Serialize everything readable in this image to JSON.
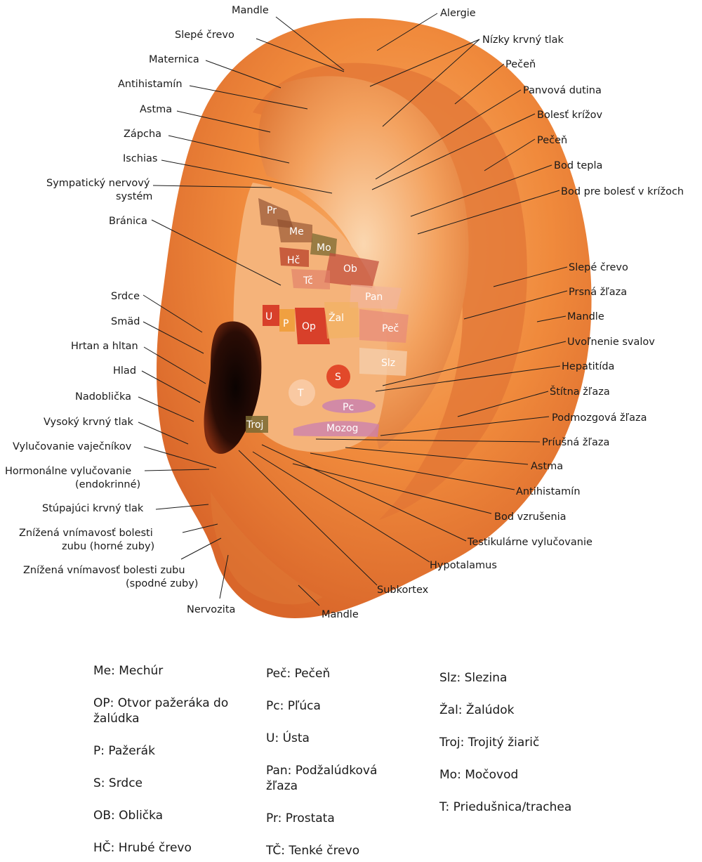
{
  "zones": {
    "pr": "Pr",
    "me": "Me",
    "mo": "Mo",
    "hc": "Hč",
    "ob": "Ob",
    "tc": "Tč",
    "pan": "Pan",
    "u": "U",
    "p": "P",
    "op": "Op",
    "zal": "Žal",
    "pec": "Peč",
    "slz": "Slz",
    "s": "S",
    "t": "T",
    "pc": "Pc",
    "troj": "Troj",
    "mozog": "Mozog"
  },
  "labels": {
    "mandle_top": "Mandle",
    "slepe_crevo_left": "Slepé črevo",
    "maternica": "Maternica",
    "antihistamin_left": "Antihistamín",
    "astma_left": "Astma",
    "zapcha": "Zápcha",
    "ischias": "Ischias",
    "sympaticky_1": "Sympatický nervový",
    "sympaticky_2": "systém",
    "branica": "Bránica",
    "srdce": "Srdce",
    "smad": "Smäd",
    "hrtan": "Hrtan a hltan",
    "hlad": "Hlad",
    "nadoblicka": "Nadoblička",
    "vysoky_tlak": "Vysoký krvný tlak",
    "vylucovanie_vajecnikov": "Vylučovanie vaječníkov",
    "hormonalne_1": "Hormonálne vylučovanie",
    "hormonalne_2": "(endokrinné)",
    "stupajuci_tlak": "Stúpajúci krvný tlak",
    "znizena_horne_1": "Znížená vnímavosť bolesti",
    "znizena_horne_2": "zubu (horné zuby)",
    "znizena_spodne_1": "Znížená vnímavosť bolesti zubu",
    "znizena_spodne_2": "(spodné zuby)",
    "nervozita": "Nervozita",
    "mandle_bottom": "Mandle",
    "alergie": "Alergie",
    "nizky_tlak": "Nízky krvný tlak",
    "pecen_1": "Pečeň",
    "panvova_dutina": "Panvová dutina",
    "bolest_krizov": "Bolesť krížov",
    "pecen_2": "Pečeň",
    "bod_tepla": "Bod tepla",
    "bod_bolest_krizoch": "Bod pre bolesť v krížoch",
    "slepe_crevo_right": "Slepé črevo",
    "prsna_zlaza": "Prsná žľaza",
    "mandle_right": "Mandle",
    "uvolnenie_svalov": "Uvoľnenie svalov",
    "hepatitida": "Hepatitída",
    "stitna_zlaza": "Štítna žľaza",
    "podmozgova_zlaza": "Podmozgová žľaza",
    "priusna_zlaza": "Príušná žľaza",
    "astma_right": "Astma",
    "antihistamin_right": "Antihistamín",
    "bod_vzrusenia": "Bod vzrušenia",
    "testikularne": "Testikulárne vylučovanie",
    "hypotalamus": "Hypotalamus",
    "subkortex": "Subkortex"
  },
  "legend": {
    "col1": [
      "Me: Mechúr",
      "OP: Otvor pažeráka do žalúdka",
      "P: Pažerák",
      "S: Srdce",
      "OB: Oblička",
      "HČ: Hrubé črevo"
    ],
    "col2": [
      "Peč: Pečeň",
      "Pc: Pľúca",
      "U: Ústa",
      "Pan: Podžalúdková žľaza",
      "Pr: Prostata",
      "TČ: Tenké črevo"
    ],
    "col3": [
      "Slz: Slezina",
      "Žal: Žalúdok",
      "Troj: Trojitý žiarič",
      "Mo: Močovod",
      "T: Priedušnica/trachea"
    ]
  },
  "colors": {
    "skin": "#f08a3c",
    "skin_light": "#f7a45a",
    "skin_dark": "#d9662a",
    "canal": "#1a0804",
    "zone_red": "#d8402a",
    "zone_pink": "#e78a7a",
    "zone_lavender": "#c97fb2",
    "zone_olive": "#7a6a32"
  }
}
